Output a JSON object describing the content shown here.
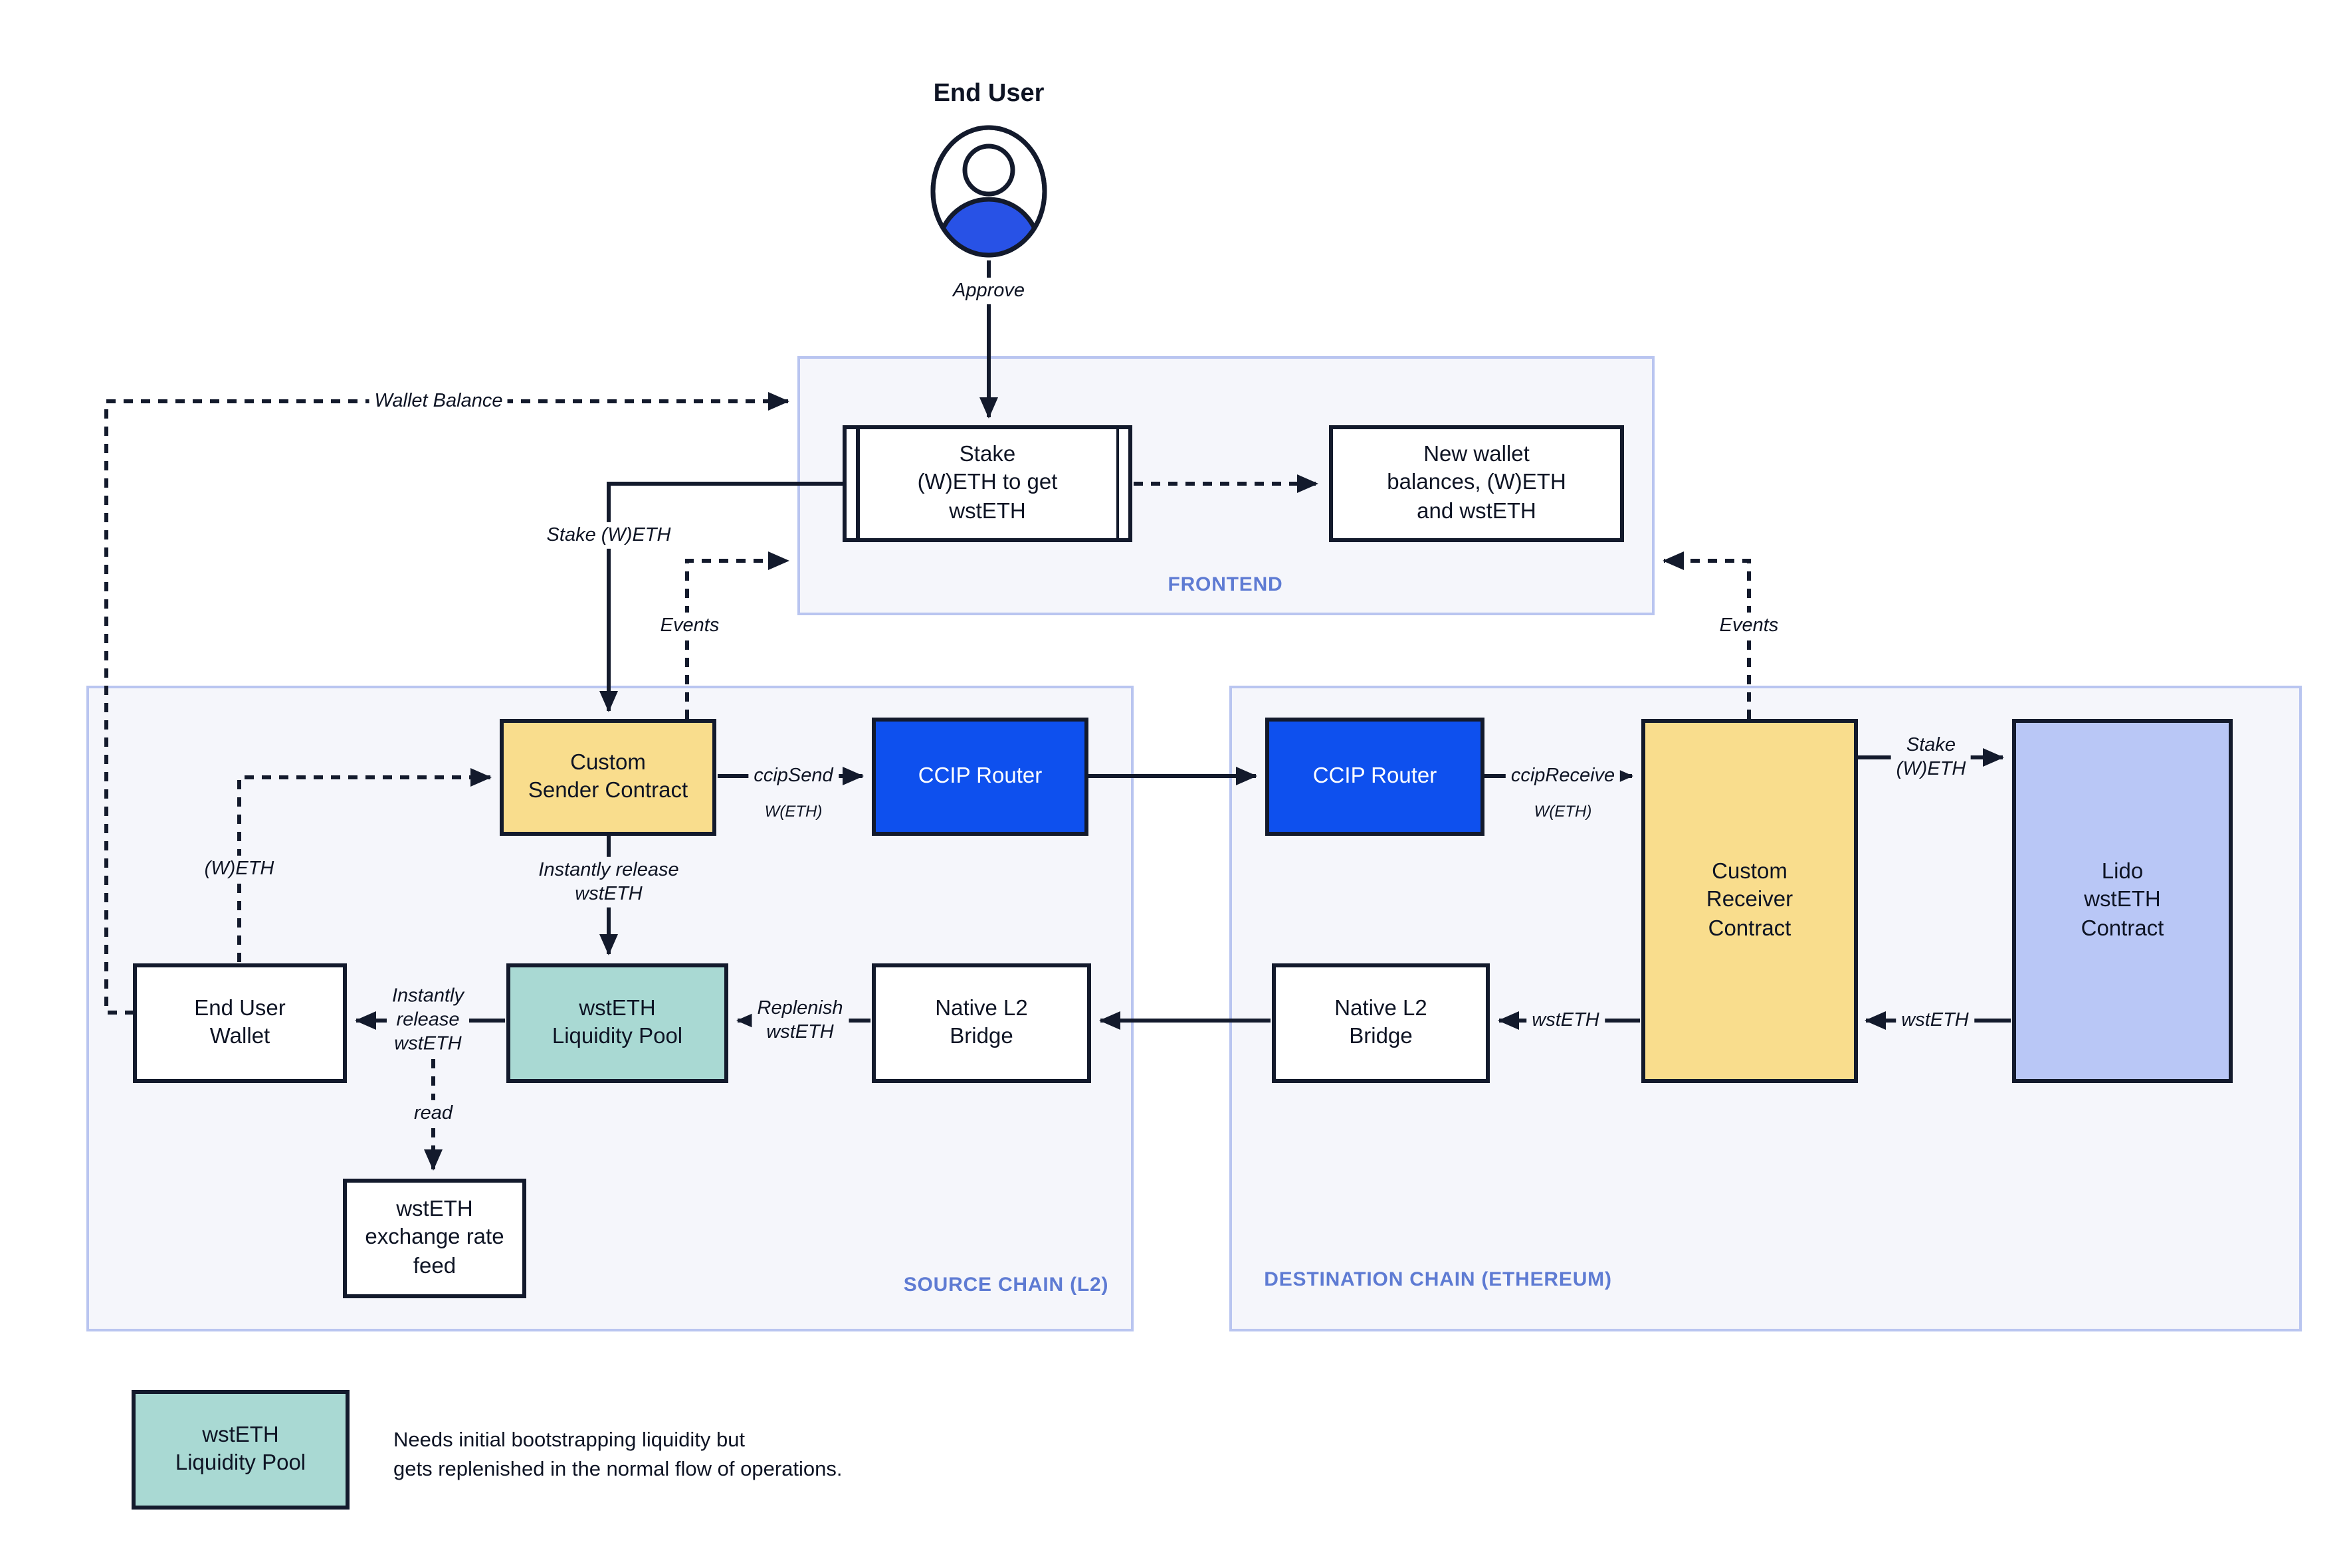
{
  "title": "End User",
  "approve_label": "Approve",
  "frontend": {
    "label": "FRONTEND",
    "stake_box": "Stake\n(W)ETH to get\nwstETH",
    "new_wallet_box": "New wallet\nbalances, (W)ETH\nand wstETH"
  },
  "source_chain": {
    "label": "SOURCE CHAIN (L2)",
    "custom_sender": "Custom\nSender Contract",
    "ccip_router": "CCIP Router",
    "end_user_wallet": "End User\nWallet",
    "liquidity_pool": "wstETH\nLiquidity Pool",
    "native_bridge": "Native L2\nBridge",
    "exchange_rate_feed": "wstETH\nexchange rate\nfeed"
  },
  "destination_chain": {
    "label": "DESTINATION CHAIN (ETHEREUM)",
    "ccip_router": "CCIP Router",
    "custom_receiver": "Custom\nReceiver\nContract",
    "lido_contract": "Lido\nwstETH\nContract",
    "native_bridge": "Native L2\nBridge"
  },
  "edge_labels": {
    "wallet_balance": "Wallet Balance",
    "stake_weth": "Stake (W)ETH",
    "events_left": "Events",
    "events_right": "Events",
    "weth": "(W)ETH",
    "ccip_send": "ccipSend",
    "ccip_send_asset": "W(ETH)",
    "ccip_receive": "ccipReceive",
    "ccip_receive_asset": "W(ETH)",
    "stake_weth_right": "Stake\n(W)ETH",
    "wsteth_lido": "wstETH",
    "wsteth_bridge": "wstETH",
    "replenish": "Replenish\nwstETH",
    "instant_release_v": "Instantly release\nwstETH",
    "instant_release_h": "Instantly\nrelease\nwstETH",
    "read": "read"
  },
  "legend": {
    "box_label": "wstETH\nLiquidity Pool",
    "note": "Needs initial bootstrapping liquidity but\ngets replenished in the normal flow of operations."
  },
  "colors": {
    "line": "#131A2C",
    "box_border": "#131A2C",
    "text": "#0E1424",
    "yellow": "#F9DD8D",
    "blue": "#0E50EE",
    "teal": "#A9D9D3",
    "lavender": "#B9C7F6",
    "panel_fill": "#F5F6FB",
    "panel_border": "#B9C5F0",
    "chain_label": "#5E7BD3",
    "icon_blue": "#2852E6"
  }
}
